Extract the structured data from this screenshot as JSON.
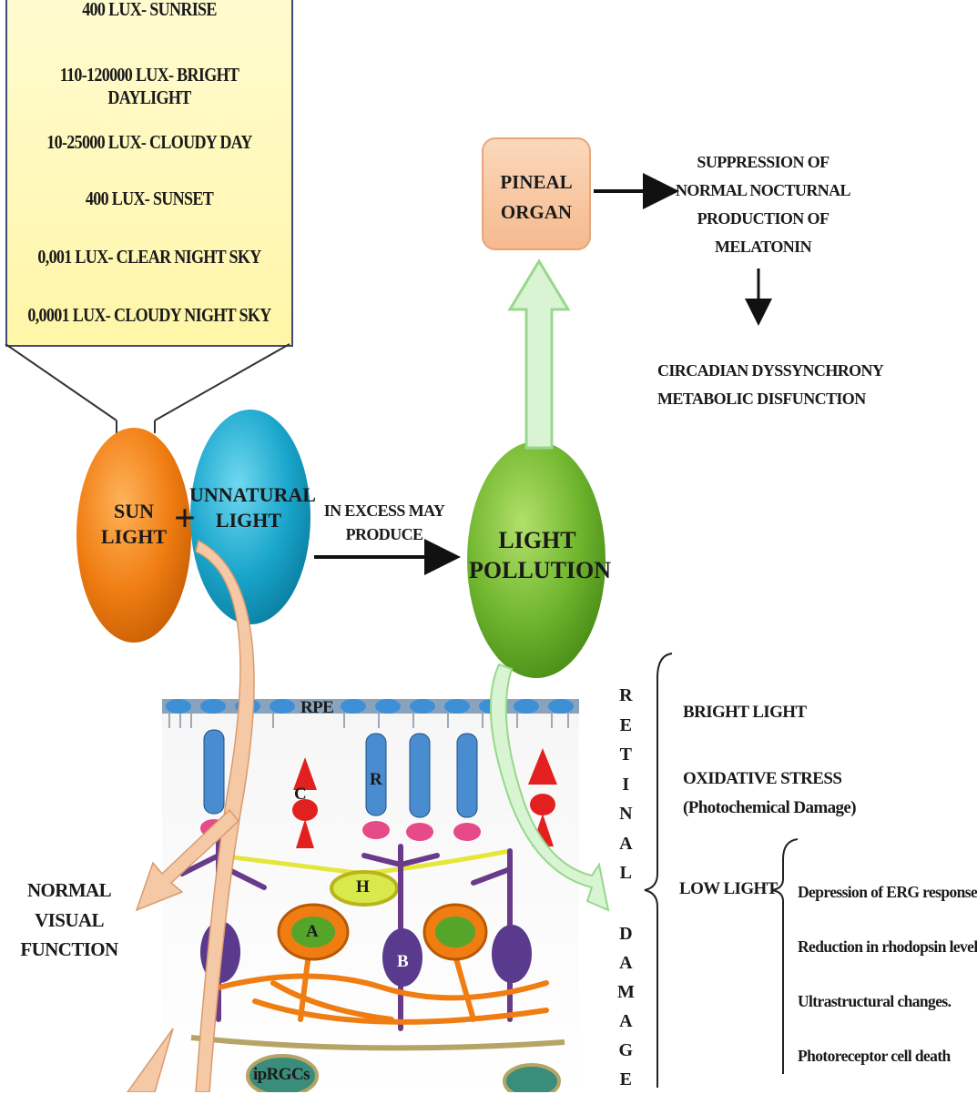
{
  "lux_levels": [
    "400 LUX- SUNRISE",
    "110-120000 LUX- BRIGHT DAYLIGHT",
    "10-25000 LUX- CLOUDY DAY",
    "400 LUX- SUNSET",
    "0,001 LUX- CLEAR NIGHT SKY",
    "0,0001 LUX- CLOUDY NIGHT SKY"
  ],
  "sources": {
    "sun_line1": "SUN",
    "sun_line2": "LIGHT",
    "unnatural_line1": "UNNATURAL",
    "unnatural_line2": "LIGHT",
    "plus": "+"
  },
  "excess": {
    "line1": "IN EXCESS MAY",
    "line2": "PRODUCE"
  },
  "pollution": {
    "line1": "LIGHT",
    "line2": "POLLUTION"
  },
  "pineal": {
    "line1": "PINEAL",
    "line2": "ORGAN"
  },
  "suppression": [
    "SUPPRESSION OF",
    "NORMAL NOCTURNAL",
    "PRODUCTION OF",
    "MELATONIN"
  ],
  "consequence": [
    "CIRCADIAN DYSSYNCHRONY",
    "METABOLIC DISFUNCTION"
  ],
  "normal_visual": [
    "NORMAL VISUAL",
    "FUNCTION"
  ],
  "retina_labels": {
    "rpe": "RPE",
    "cone": "C",
    "rod": "R",
    "horizontal": "H",
    "amacrine": "A",
    "bipolar": "B",
    "iprgc": "ipRGCs"
  },
  "retinal_damage": {
    "word1": "RETINAL",
    "word2": "DAMAGE"
  },
  "bright_light": "BRIGHT LIGHT",
  "oxidative": {
    "line1": "OXIDATIVE STRESS",
    "line2": "(Photochemical Damage)"
  },
  "low_light": "LOW LIGHT",
  "low_light_effects": [
    "Depression of ERG responses",
    "Reduction in rhodopsin levels",
    "Ultrastructural changes.",
    "Photoreceptor cell death"
  ],
  "colors": {
    "sun": "#f07d12",
    "unnatural": "#1aa6cc",
    "pollution": "#6fb52e",
    "pineal": "#f8c7a0",
    "lux_box": "#fff6a8",
    "green_arrow": "#c9efc3",
    "peach_arrow": "#f5c9a6"
  }
}
